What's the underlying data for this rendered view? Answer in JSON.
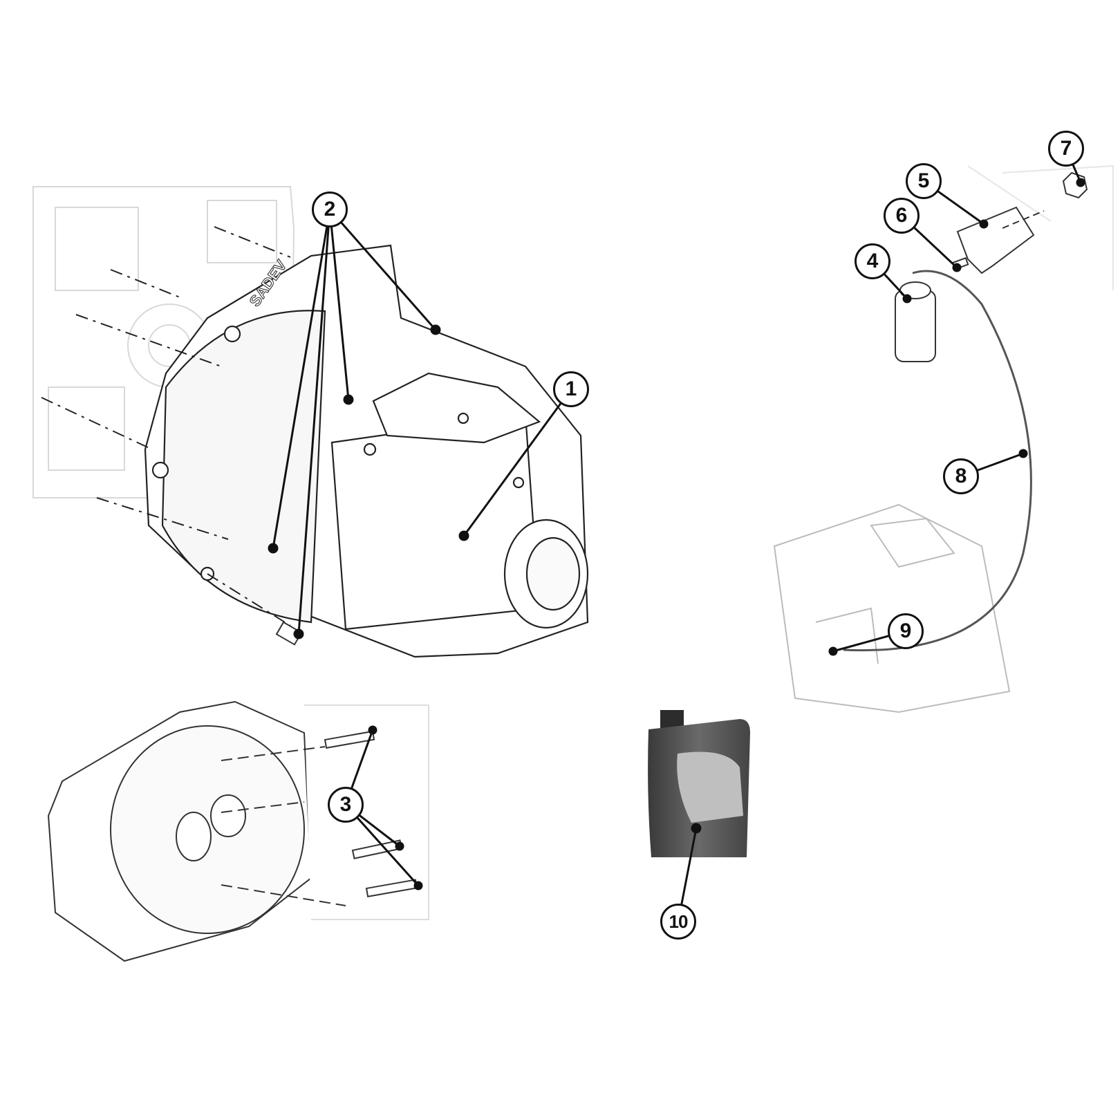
{
  "diagram": {
    "brand_mark": "SADEV",
    "callouts": [
      {
        "label": "1",
        "part": "gearbox"
      },
      {
        "label": "2",
        "part": "gearbox-mounting-bolts"
      },
      {
        "label": "3",
        "part": "bellhousing-bolts"
      },
      {
        "label": "4",
        "part": "fluid-reservoir"
      },
      {
        "label": "5",
        "part": "bracket"
      },
      {
        "label": "6",
        "part": "bracket-screw"
      },
      {
        "label": "7",
        "part": "nut"
      },
      {
        "label": "8",
        "part": "hydraulic-line"
      },
      {
        "label": "9",
        "part": "line-fitting"
      },
      {
        "label": "10",
        "part": "oil-bottle"
      }
    ]
  }
}
